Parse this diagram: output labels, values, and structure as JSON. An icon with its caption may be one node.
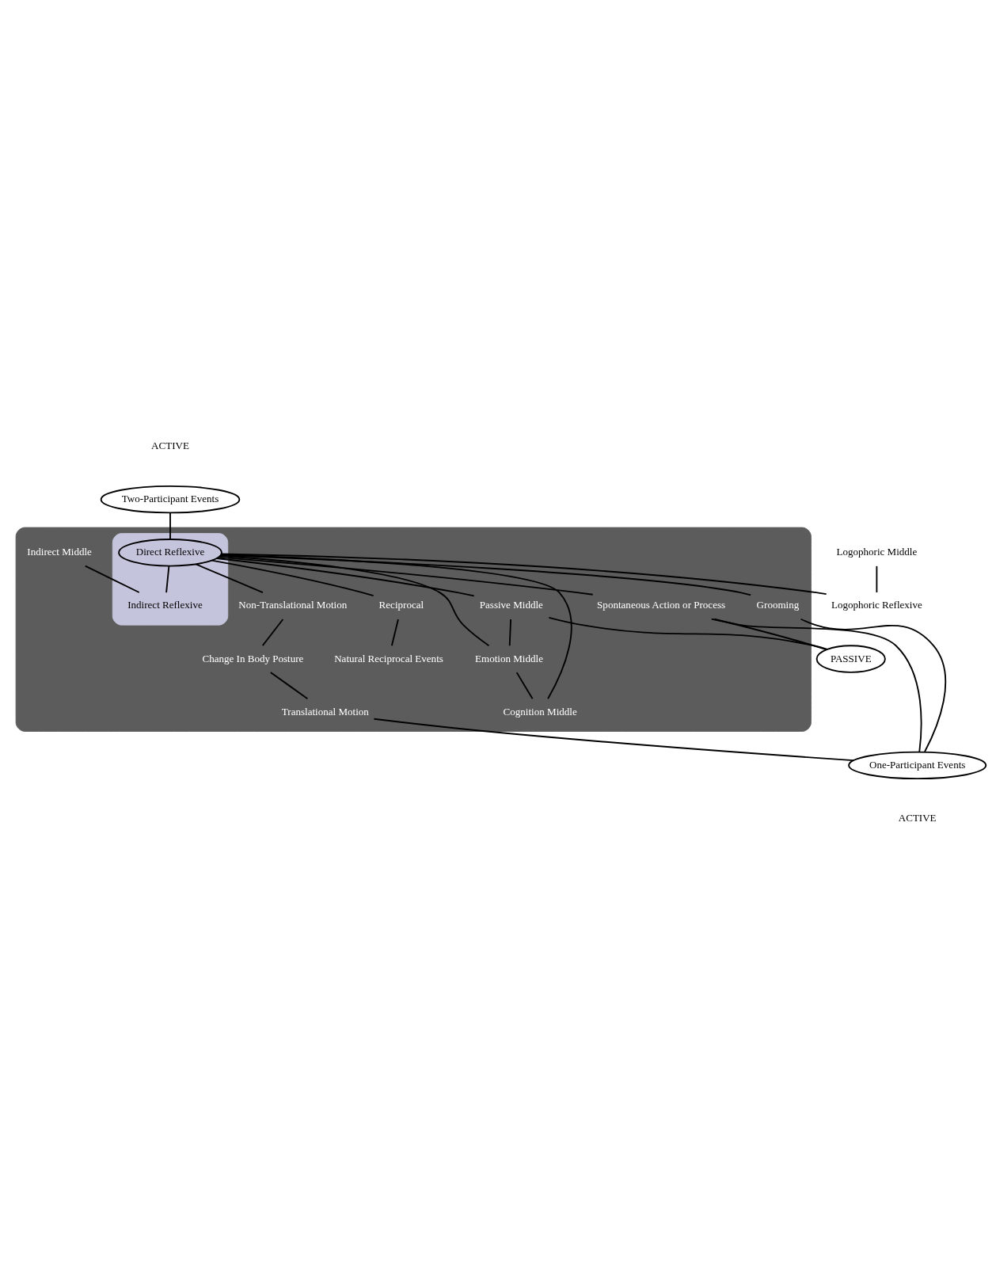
{
  "diagram": {
    "nodes": [
      {
        "text": [],
        "shape": "cloud"
      },
      {
        "text": [],
        "shape": "cloud",
        "in": 0
      },
      {
        "text": [
          "Two-Participant Events"
        ]
      },
      {
        "text": [
          "Indirect Middle"
        ],
        "in": 0
      },
      {
        "text": [
          "Logophoric Middle"
        ]
      },
      {
        "text": [
          "Indirect Reflexive"
        ],
        "in": 1
      },
      {
        "text": [
          "Logophoric Reflexive"
        ]
      },
      {
        "text": [
          "Natural Reciprocal Events"
        ],
        "in": 0
      },
      {
        "text": [
          "Reciprocal"
        ],
        "in": 0
      },
      {
        "text": [
          "Direct Reflexive"
        ],
        "in": 1
      },
      {
        "text": [
          "Passive Middle"
        ],
        "in": 0
      },
      {
        "text": [
          "PASSIVE"
        ]
      },
      {
        "text": [
          "Emotion Middle"
        ],
        "in": 0
      },
      {
        "text": [
          "Non-Translational Motion"
        ],
        "in": 0
      },
      {
        "text": [
          "Grooming"
        ],
        "in": 0
      },
      {
        "text": [
          "Cognition Middle"
        ],
        "in": 0
      },
      {
        "text": [
          "Change In Body Posture"
        ],
        "in": 0
      },
      {
        "text": [
          "Spontaneous Action or Process"
        ],
        "in": 0
      },
      {
        "text": [
          "Translational Motion"
        ],
        "in": 0
      },
      {
        "text": [
          "One-Participant Events"
        ]
      }
    ],
    "edges": [
      {
        "from": 2,
        "to": 9,
        "arrow": "none"
      },
      {
        "from": 3,
        "to": 5,
        "arrow": "none"
      },
      {
        "from": 4,
        "to": 6,
        "arrow": "none"
      },
      {
        "from": 9,
        "to": 5,
        "arrow": "none"
      },
      {
        "from": 9,
        "to": 6,
        "arrow": "none"
      },
      {
        "from": 9,
        "to": 8,
        "arrow": "none"
      },
      {
        "from": 8,
        "to": 7,
        "arrow": "none"
      },
      {
        "from": 9,
        "to": 10,
        "arrow": "none"
      },
      {
        "from": 10,
        "to": 11,
        "arrow": "none"
      },
      {
        "from": 10,
        "to": 12,
        "arrow": "none"
      },
      {
        "from": 9,
        "to": 12,
        "arrow": "none"
      },
      {
        "from": 9,
        "to": 13,
        "arrow": "none"
      },
      {
        "from": 9,
        "to": 14,
        "arrow": "none"
      },
      {
        "from": 9,
        "to": 15,
        "arrow": "none"
      },
      {
        "from": 9,
        "to": 17,
        "arrow": "none"
      },
      {
        "from": 12,
        "to": 15,
        "arrow": "none"
      },
      {
        "from": 11,
        "to": 17,
        "arrow": "none"
      },
      {
        "from": 13,
        "to": 16,
        "arrow": "none"
      },
      {
        "from": 16,
        "to": 18,
        "arrow": "none"
      },
      {
        "from": 18,
        "to": 19,
        "arrow": "none"
      },
      {
        "from": 14,
        "to": 19,
        "arrow": "none"
      },
      {
        "from": 17,
        "to": 19,
        "arrow": "none"
      }
    ],
    "labels": [
      "ACTIVE",
      "ACTIVE"
    ]
  }
}
